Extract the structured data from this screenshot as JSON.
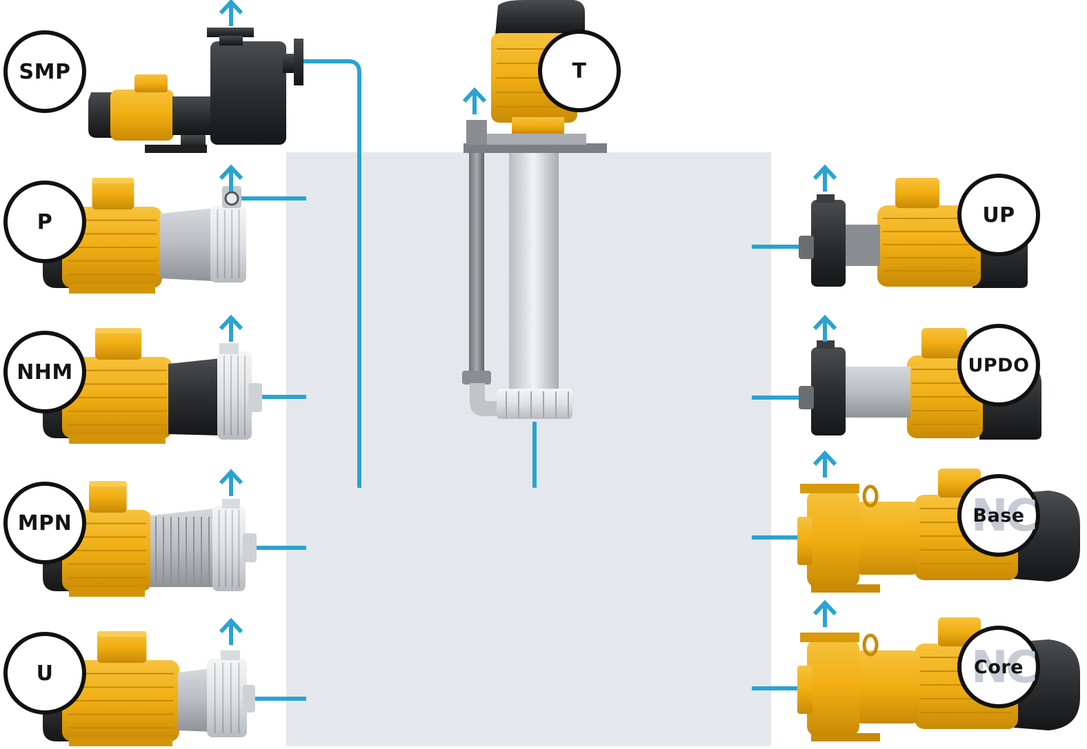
{
  "colors": {
    "tank": "#e4e8ec",
    "pipe": "#2aa3d1",
    "motor_yellow": "#f0ae12",
    "badge_ring": "#111111"
  },
  "pumps_left": [
    {
      "id": "smp",
      "label": "SMP"
    },
    {
      "id": "p",
      "label": "P"
    },
    {
      "id": "nhm",
      "label": "NHM"
    },
    {
      "id": "mpn",
      "label": "MPN"
    },
    {
      "id": "u",
      "label": "U"
    }
  ],
  "pump_top": {
    "id": "t",
    "label": "T"
  },
  "pumps_right": [
    {
      "id": "up",
      "label": "UP"
    },
    {
      "id": "updo",
      "label": "UPDO"
    },
    {
      "id": "nc-base",
      "label": "Base",
      "mark": "NC"
    },
    {
      "id": "nc-core",
      "label": "Core",
      "mark": "NC"
    }
  ]
}
